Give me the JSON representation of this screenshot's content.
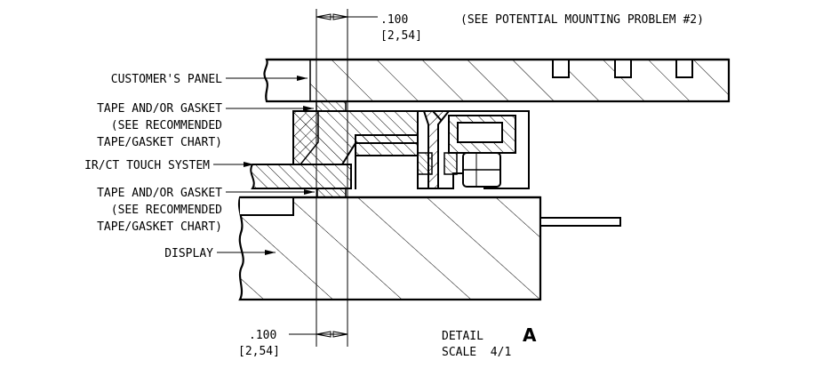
{
  "dimensions": {
    "top": {
      "inches": ".100",
      "mm": "[2,54]",
      "note": "(SEE POTENTIAL MOUNTING PROBLEM #2)"
    },
    "bottom": {
      "inches": ".100",
      "mm": "[2,54]"
    }
  },
  "labels": {
    "customer_panel": "CUSTOMER'S PANEL",
    "tape_gasket_1": [
      "TAPE AND/OR GASKET",
      "(SEE RECOMMENDED",
      "TAPE/GASKET CHART)"
    ],
    "touch_system": "IR/CT TOUCH SYSTEM",
    "tape_gasket_2": [
      "TAPE AND/OR GASKET",
      "(SEE RECOMMENDED",
      "TAPE/GASKET CHART)"
    ],
    "display": "DISPLAY"
  },
  "detail": {
    "word": "DETAIL",
    "letter": "A",
    "scale": "SCALE  4/1"
  },
  "colors": {
    "ink": "#000000",
    "paper": "#ffffff"
  }
}
